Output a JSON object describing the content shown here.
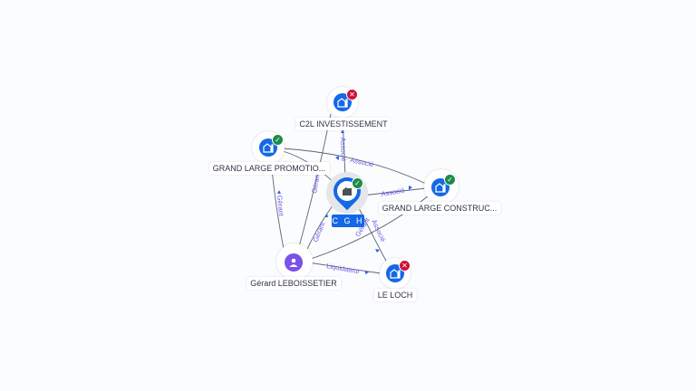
{
  "graph": {
    "center": {
      "name": "C G H",
      "status": "active",
      "icon": "company-icon"
    },
    "nodes": [
      {
        "id": "c2l",
        "name": "C2L INVESTISSEMENT",
        "type": "company",
        "status": "inactive",
        "icon": "company-icon"
      },
      {
        "id": "glp",
        "name": "GRAND LARGE PROMOTIO...",
        "type": "company",
        "status": "active",
        "icon": "company-icon"
      },
      {
        "id": "glc",
        "name": "GRAND LARGE CONSTRUC...",
        "type": "company",
        "status": "active",
        "icon": "company-icon"
      },
      {
        "id": "gerard",
        "name": "Gérard LEBOISSETIER",
        "type": "person",
        "icon": "person-icon"
      },
      {
        "id": "loch",
        "name": "LE LOCH",
        "type": "company",
        "status": "inactive",
        "icon": "company-icon"
      }
    ],
    "edges": [
      {
        "from": "cgh",
        "to": "c2l",
        "label": "Associé"
      },
      {
        "from": "cgh",
        "to": "glp",
        "label": "Associé"
      },
      {
        "from": "cgh",
        "to": "glc",
        "label": "Associé"
      },
      {
        "from": "cgh",
        "to": "loch",
        "label": "Associé"
      },
      {
        "from": "gerard",
        "to": "glp",
        "label": "Gérant"
      },
      {
        "from": "gerard",
        "to": "cgh",
        "label": "Gérant"
      },
      {
        "from": "gerard",
        "to": "c2l",
        "label": "Gérant"
      },
      {
        "from": "gerard",
        "to": "glc",
        "label": "Gérant"
      },
      {
        "from": "gerard",
        "to": "loch",
        "label": "Liquidateur"
      }
    ],
    "status_marks": {
      "active": "✓",
      "inactive": "✕"
    }
  },
  "colors": {
    "company": "#1468e6",
    "person": "#7a52e6",
    "active": "#1e8a4a",
    "inactive": "#d0103a",
    "edge_label": "#6a5ce6"
  }
}
